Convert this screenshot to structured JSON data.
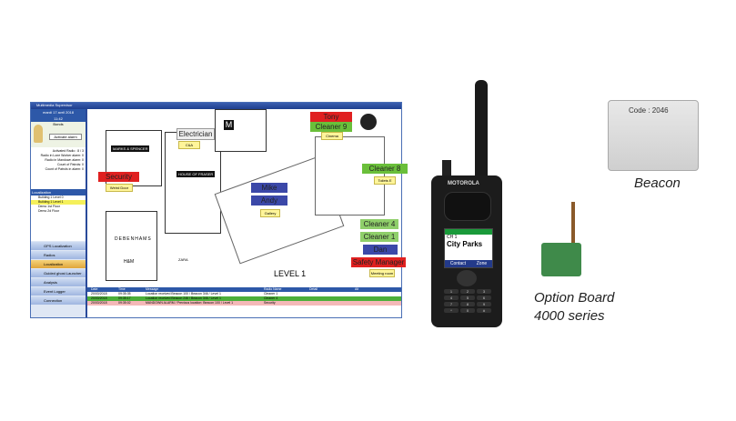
{
  "supervisor": {
    "title": "Multimedia Supervisor",
    "date": "mardi 17 avril 2018",
    "time": "11:42",
    "user": "Bonds",
    "status_btn": "Activate alarm",
    "stats": [
      "Activated Radio : 8 / 3",
      "Radio in Lone Worker alarm: 0",
      "Radio in Mandown alarm: 0",
      "Count of Patrols: 0",
      "Count of Patrols in alarm: 0"
    ],
    "localization_header": "Localization",
    "locations": [
      "Building 1 Level 0",
      "Building 1 Level 1",
      "Demo 1st Floor",
      "Demo 2d Floor"
    ],
    "nav": [
      "GPS Localization",
      "Radios",
      "Localization",
      "Guided ghost Launcher",
      "Analysis",
      "Event Logger",
      "Connection"
    ],
    "map": {
      "level": "LEVEL 1",
      "stores": [
        "MARKS & SPENCER",
        "HOUSE OF FRASER",
        "DEBENHAMS",
        "H&M",
        "ZARA"
      ],
      "tags": [
        "Electrician",
        "Tony",
        "Cleaner 9",
        "Security",
        "Mike",
        "Andy",
        "Cleaner 8",
        "Cleaner 4",
        "Cleaner 1",
        "Dan",
        "Safety Manager"
      ],
      "zones": [
        "C&A",
        "Cinema",
        "Weird Door",
        "Gallery",
        "Toilets E",
        "Meeting room"
      ]
    },
    "log": {
      "headers": [
        "Date",
        "Time",
        "Message",
        "Radio Name",
        "Detail",
        "Alt"
      ],
      "rows": [
        {
          "date": "20/03/2018",
          "time": "09:35:35",
          "msg": "Location received Beacon 100 / Beacon 346 / Level 1",
          "radio": "Cleaner 1",
          "color": "#ffffff"
        },
        {
          "date": "20/03/2018",
          "time": "09:35:17",
          "msg": "Location received Beacon 246 / Beacon 346 / Level 1",
          "radio": "Cleaner 4",
          "color": "#4caf3a"
        },
        {
          "date": "20/03/2018",
          "time": "09:35:02",
          "msg": "MANDOWN ALARM / Previous location: Beacon 100 / Level 1",
          "radio": "Security",
          "color": "#f4b8b8"
        }
      ]
    }
  },
  "radio": {
    "brand": "MOTOROLA",
    "channel": "CH 1",
    "zone_name": "City Parks",
    "softkeys": [
      "Contact",
      "Zone"
    ],
    "keys": [
      "1",
      "2",
      "3",
      "4",
      "5",
      "6",
      "7",
      "8",
      "9",
      "*",
      "0",
      "#"
    ]
  },
  "beacon": {
    "code": "Code : 2046",
    "caption": "Beacon"
  },
  "option_board": {
    "caption_line1": "Option Board",
    "caption_line2": "4000 series"
  }
}
